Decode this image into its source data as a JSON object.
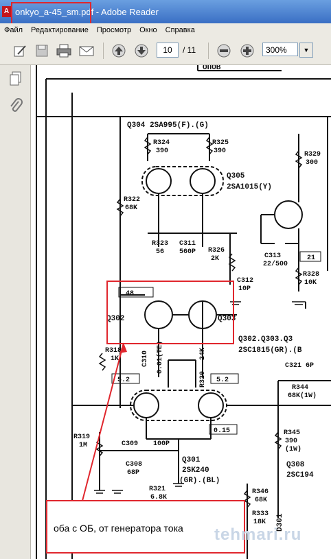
{
  "window": {
    "title": "onkyo_a-45_sm.pdf - Adobe Reader",
    "app_icon": "adobe-reader-icon"
  },
  "menu": {
    "items": [
      "Файл",
      "Редактирование",
      "Просмотр",
      "Окно",
      "Справка"
    ]
  },
  "toolbar": {
    "current_page": "10",
    "total_pages": "/ 11",
    "zoom": "300%"
  },
  "schematic": {
    "top_text": "ОПОВ",
    "q304": "Q304  2SA995(F).(G)",
    "r324": "R324",
    "r324_val": "390",
    "r325": "R325",
    "r325_val": "390",
    "r329": "R329",
    "r329_val": "300",
    "q305": "Q305",
    "q305_part": "2SA1015(Y)",
    "r322": "R322",
    "r322_val": "68K",
    "r323": "R323",
    "r323_val": "56",
    "c311": "C311",
    "c311_val": "560P",
    "r326": "R326",
    "r326_val": "2K",
    "c313": "C313",
    "c313_val": "22/500",
    "tag21": "21",
    "r328": "R328",
    "r328_val": "10K",
    "c312": "C312",
    "c312_val": "10P",
    "tag48": "48",
    "q302": "Q302",
    "q303": "Q303",
    "q_list": "Q302.Q303.Q3",
    "q_part": "2SC1815(GR).(B",
    "r318": "R318",
    "r318_val": "1K",
    "c310": "C310",
    "c310_val": "0.01(TE)",
    "r320": "R320",
    "r320_val": "24K",
    "c321": "C321 6P",
    "tag52a": "5.2",
    "tag52b": "5.2",
    "r344": "R344",
    "r344_val": "68K(1W)",
    "tag015": "0.15",
    "r319": "R319",
    "r319_val": "1M",
    "c309": "C309",
    "c309_val": "100P",
    "r345": "R345",
    "r345_val": "390",
    "r345_w": "(1W)",
    "c308": "C308",
    "c308_val": "68P",
    "q301": "Q301",
    "q301_part": "2SK240",
    "q301_grade": "(GR).(BL)",
    "q308": "Q308",
    "q308_part": "2SC194",
    "r321": "R321",
    "r321_val": "6.8K",
    "r346": "R346",
    "r346_val": "68K",
    "r333": "R333",
    "r333_val": "18K",
    "d301": "D301"
  },
  "annotation": {
    "text": "оба с ОБ, от генератора тока"
  },
  "watermark": "tehmari.ru"
}
